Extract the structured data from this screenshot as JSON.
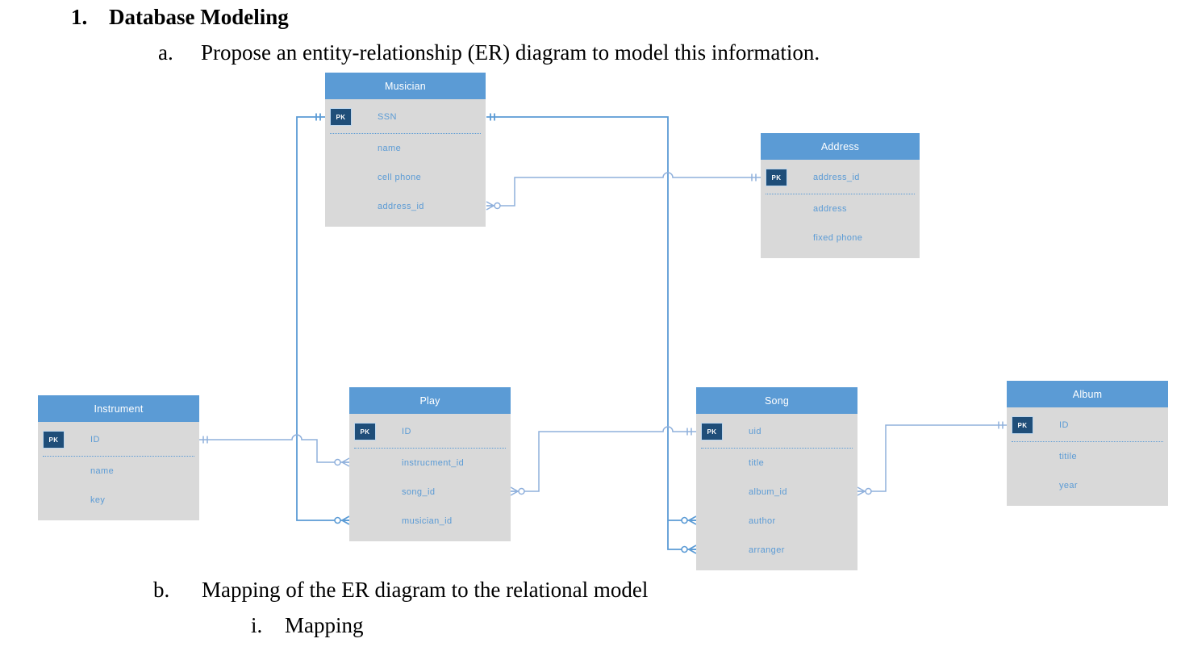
{
  "document": {
    "heading_number": "1.",
    "heading_text": "Database Modeling",
    "item_a_marker": "a.",
    "item_a_text": "Propose an entity-relationship (ER) diagram to model this information.",
    "item_b_marker": "b.",
    "item_b_text": "Mapping of the ER diagram to the relational model",
    "item_i_marker": "i.",
    "item_i_text": "Mapping"
  },
  "colors": {
    "entity_header_blue": "#5B9BD5",
    "entity_body_gray": "#D9D9D9",
    "pk_badge_navy": "#1F4E79",
    "attribute_text_blue": "#5B9BD5",
    "connector_primary": "#5B9BD5",
    "connector_secondary": "#8FB0DC"
  },
  "diagram": {
    "entities": [
      {
        "name": "Musician",
        "pk_label": "PK",
        "pk": "SSN",
        "attrs": [
          "name",
          "cell phone",
          "address_id"
        ]
      },
      {
        "name": "Address",
        "pk_label": "PK",
        "pk": "address_id",
        "attrs": [
          "address",
          "fixed phone"
        ]
      },
      {
        "name": "Instrument",
        "pk_label": "PK",
        "pk": "ID",
        "attrs": [
          "name",
          "key"
        ]
      },
      {
        "name": "Play",
        "pk_label": "PK",
        "pk": "ID",
        "attrs": [
          "instrucment_id",
          "song_id",
          "musician_id"
        ]
      },
      {
        "name": "Song",
        "pk_label": "PK",
        "pk": "uid",
        "attrs": [
          "title",
          "album_id",
          "author",
          "arranger"
        ]
      },
      {
        "name": "Album",
        "pk_label": "PK",
        "pk": "ID",
        "attrs": [
          "titile",
          "year"
        ]
      }
    ],
    "relationships": [
      {
        "from": "Musician.SSN",
        "to": "Play.musician_id",
        "from_cardinality": "one",
        "to_cardinality": "zero-or-many"
      },
      {
        "from": "Musician.SSN",
        "to": "Song.author",
        "from_cardinality": "one",
        "to_cardinality": "zero-or-many"
      },
      {
        "from": "Musician.SSN",
        "to": "Song.arranger",
        "from_cardinality": "one",
        "to_cardinality": "zero-or-many"
      },
      {
        "from": "Musician.address_id",
        "to": "Address.address_id",
        "from_cardinality": "zero-or-many",
        "to_cardinality": "one"
      },
      {
        "from": "Instrument.ID",
        "to": "Play.instrucment_id",
        "from_cardinality": "one",
        "to_cardinality": "zero-or-many"
      },
      {
        "from": "Play.song_id",
        "to": "Song.uid",
        "from_cardinality": "zero-or-many",
        "to_cardinality": "one"
      },
      {
        "from": "Song.album_id",
        "to": "Album.ID",
        "from_cardinality": "zero-or-many",
        "to_cardinality": "one"
      }
    ]
  }
}
